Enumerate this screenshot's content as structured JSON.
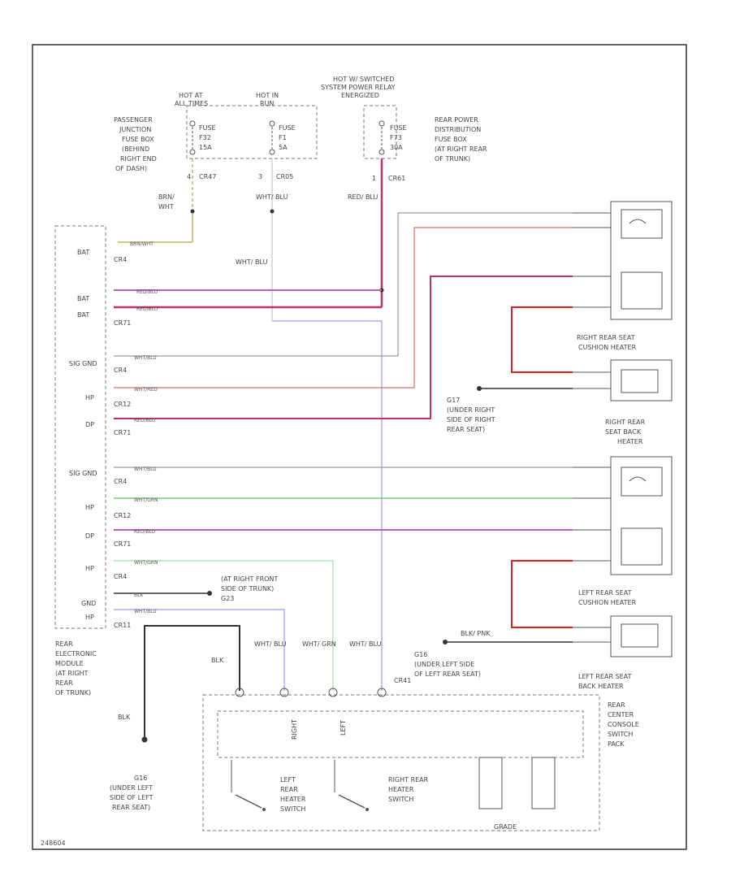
{
  "supplies": [
    {
      "title": [
        "HOT AT",
        "ALL TIMES"
      ],
      "fuse": [
        "FUSE",
        "F32",
        "15A"
      ],
      "connector": "CR47",
      "pin": "4"
    },
    {
      "title": [
        "HOT IN",
        "RUN"
      ],
      "fuse": [
        "FUSE",
        "F1",
        "5A"
      ],
      "connector": "CR05",
      "pin": "3"
    },
    {
      "title": [
        "HOT W/ SWITCHED",
        "SYSTEM POWER RELAY",
        "ENERGIZED"
      ],
      "fuse": [
        "FUSE",
        "F73",
        "30A"
      ],
      "connector": "CR61",
      "pin": "1"
    }
  ],
  "fuse_boxes": {
    "passenger": [
      "PASSENGER",
      "JUNCTION",
      "FUSE BOX",
      "(BEHIND",
      "RIGHT END",
      "OF DASH)"
    ],
    "rear_power": [
      "REAR POWER",
      "DISTRIBUTION",
      "FUSE BOX",
      "(AT RIGHT REAR",
      "OF TRUNK)"
    ]
  },
  "wire_colors": {
    "brn_wht": "BRN/ WHT",
    "wht_blu": "WHT/ BLU",
    "red_blu": "RED/ BLU",
    "wht_grn": "WHT/ GRN",
    "blk": "BLK",
    "blk_pnk": "BLK/ PNK"
  },
  "module": {
    "label": [
      "REAR",
      "ELECTRONIC",
      "MODULE",
      "(AT RIGHT",
      "REAR",
      "OF TRUNK)"
    ],
    "pins": [
      {
        "name": "BAT",
        "conn": "CR4"
      },
      {
        "name": "BAT",
        "conn": ""
      },
      {
        "name": "BAT",
        "conn": "CR71"
      },
      {
        "name": "SIG GND",
        "conn": "CR4"
      },
      {
        "name": "HP",
        "conn": "CR12"
      },
      {
        "name": "DP",
        "conn": "CR71"
      },
      {
        "name": "SIG GND",
        "conn": "CR4"
      },
      {
        "name": "HP",
        "conn": "CR12"
      },
      {
        "name": "DP",
        "conn": "CR71"
      },
      {
        "name": "HP",
        "conn": "CR4"
      },
      {
        "name": "GND",
        "conn": ""
      },
      {
        "name": "HP",
        "conn": "CR11"
      }
    ]
  },
  "heaters": {
    "right_cushion": [
      "RIGHT REAR SEAT",
      "CUSHION HEATER"
    ],
    "right_back": [
      "RIGHT REAR",
      "SEAT BACK",
      "HEATER"
    ],
    "left_cushion": [
      "LEFT REAR SEAT",
      "CUSHION HEATER"
    ],
    "left_back": [
      "LEFT REAR SEAT",
      "BACK HEATER"
    ]
  },
  "grounds": {
    "g17": [
      "G17",
      "(UNDER RIGHT",
      "SIDE OF RIGHT",
      "REAR SEAT)"
    ],
    "g23": [
      "(AT RIGHT FRONT",
      "SIDE OF TRUNK)",
      "G23"
    ],
    "g16_right": [
      "G16",
      "(UNDER LEFT SIDE",
      "OF LEFT REAR SEAT)"
    ],
    "g16_left": [
      "G16",
      "(UNDER LEFT",
      "SIDE OF LEFT",
      "REAR SEAT)"
    ]
  },
  "switch_pack": {
    "label": [
      "REAR",
      "CENTER",
      "CONSOLE",
      "SWITCH",
      "PACK"
    ],
    "right_label": "RIGHT",
    "left_label": "LEFT",
    "left_switch": [
      "LEFT",
      "REAR",
      "HEATER",
      "SWITCH"
    ],
    "right_switch": [
      "RIGHT REAR",
      "HEATER",
      "SWITCH"
    ],
    "ground_label": "GRADE",
    "connector": "CR41"
  },
  "footer_code": "248604",
  "colors": {
    "wht_blu": "#9a9a9a",
    "red_blu": "#c0306a",
    "wht_red": "#e06b6b",
    "wht_grn": "#5fbf5f",
    "blu": "#8080ff",
    "red": "#e02020",
    "brn_wht": "#c8b060",
    "blk": "#333333"
  }
}
